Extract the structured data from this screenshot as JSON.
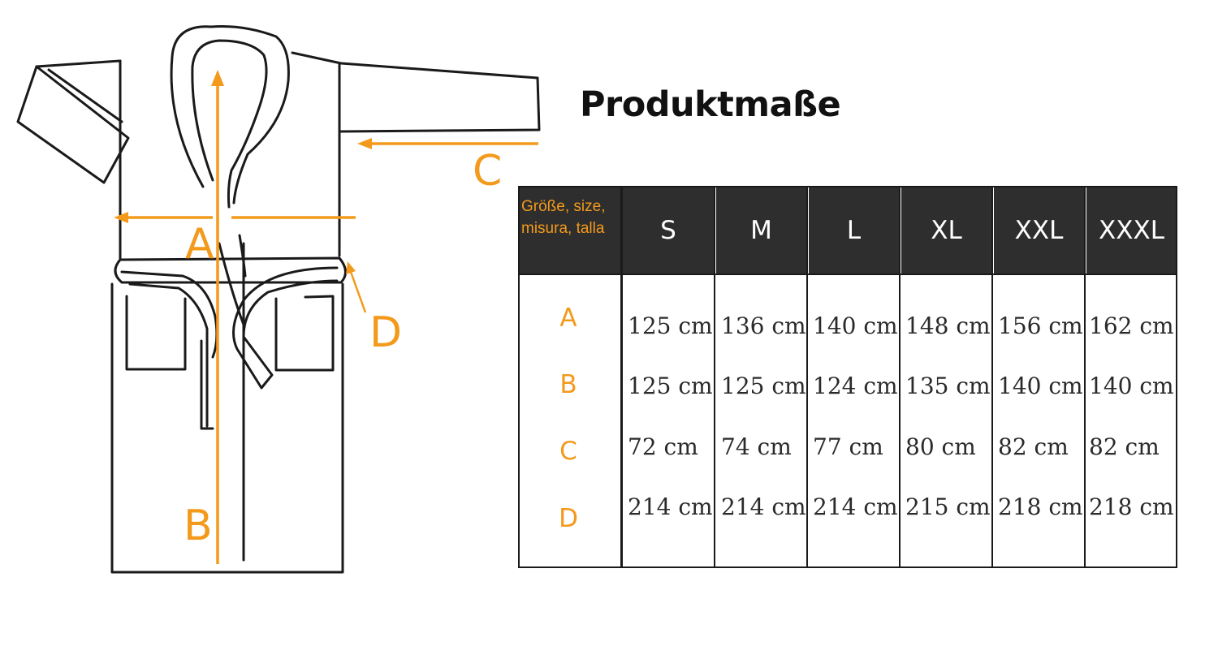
{
  "title": "Produktmaße",
  "header_label": "Größe, size, misura, talla",
  "sizes": [
    "S",
    "M",
    "L",
    "XL",
    "XXL",
    "XXXL"
  ],
  "rows": [
    {
      "label": "A",
      "values": [
        "125 cm",
        "136 cm",
        "140 cm",
        "148 cm",
        "156 cm",
        "162 cm"
      ]
    },
    {
      "label": "B",
      "values": [
        "125 cm",
        "125 cm",
        "124 cm",
        "135 cm",
        "140 cm",
        "140 cm"
      ]
    },
    {
      "label": "C",
      "values": [
        "72 cm",
        "74 cm",
        "77 cm",
        "80 cm",
        "82 cm",
        "82 cm"
      ]
    },
    {
      "label": "D",
      "values": [
        "214 cm",
        "214 cm",
        "214 cm",
        "215 cm",
        "218 cm",
        "218 cm"
      ]
    }
  ],
  "diagram_markers": [
    "A",
    "B",
    "C",
    "D"
  ],
  "colors": {
    "accent": "#f39a1c",
    "header_bg": "#2e2e2e",
    "line": "#1a1a1a"
  }
}
